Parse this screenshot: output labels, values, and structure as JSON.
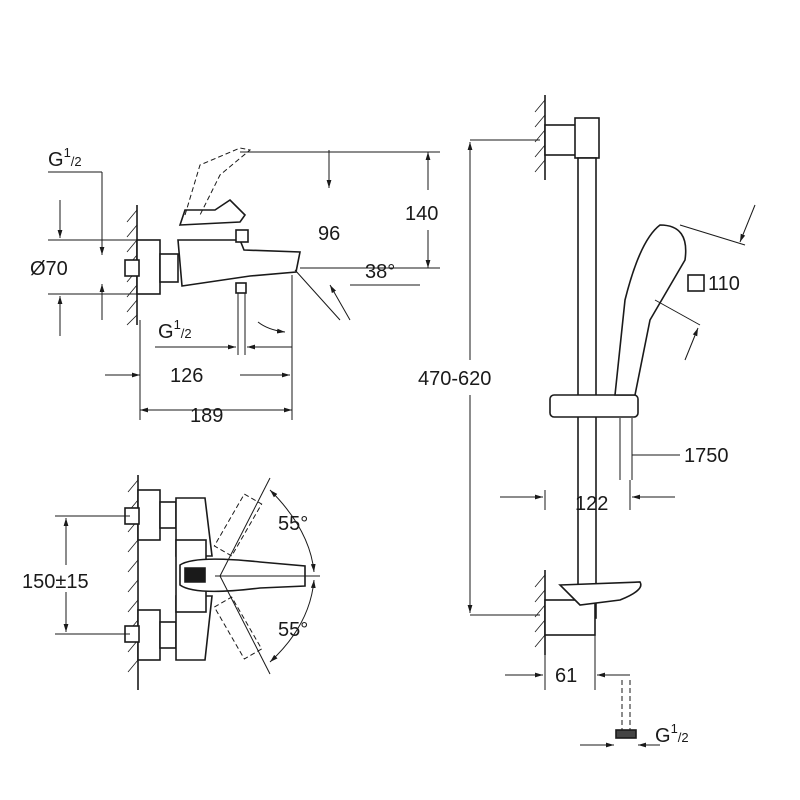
{
  "title": "Bath mixer and shower rail set technical drawing",
  "labels": {
    "thread_top": {
      "g": "G",
      "num": "1",
      "den": "2"
    },
    "diameter": "Ø70",
    "height_140": "140",
    "offset_96": "96",
    "angle_38": "38°",
    "thread_bottom": {
      "g": "G",
      "num": "1",
      "den": "2"
    },
    "width_126": "126",
    "width_189": "189",
    "rail_height": "470-620",
    "head_size": "110",
    "hose_length": "1750",
    "width_122": "122",
    "width_61": "61",
    "spacing": "150±15",
    "angle_55_top": "55°",
    "angle_55_bottom": "55°",
    "thread_hose": {
      "g": "G",
      "num": "1",
      "den": "2"
    }
  }
}
